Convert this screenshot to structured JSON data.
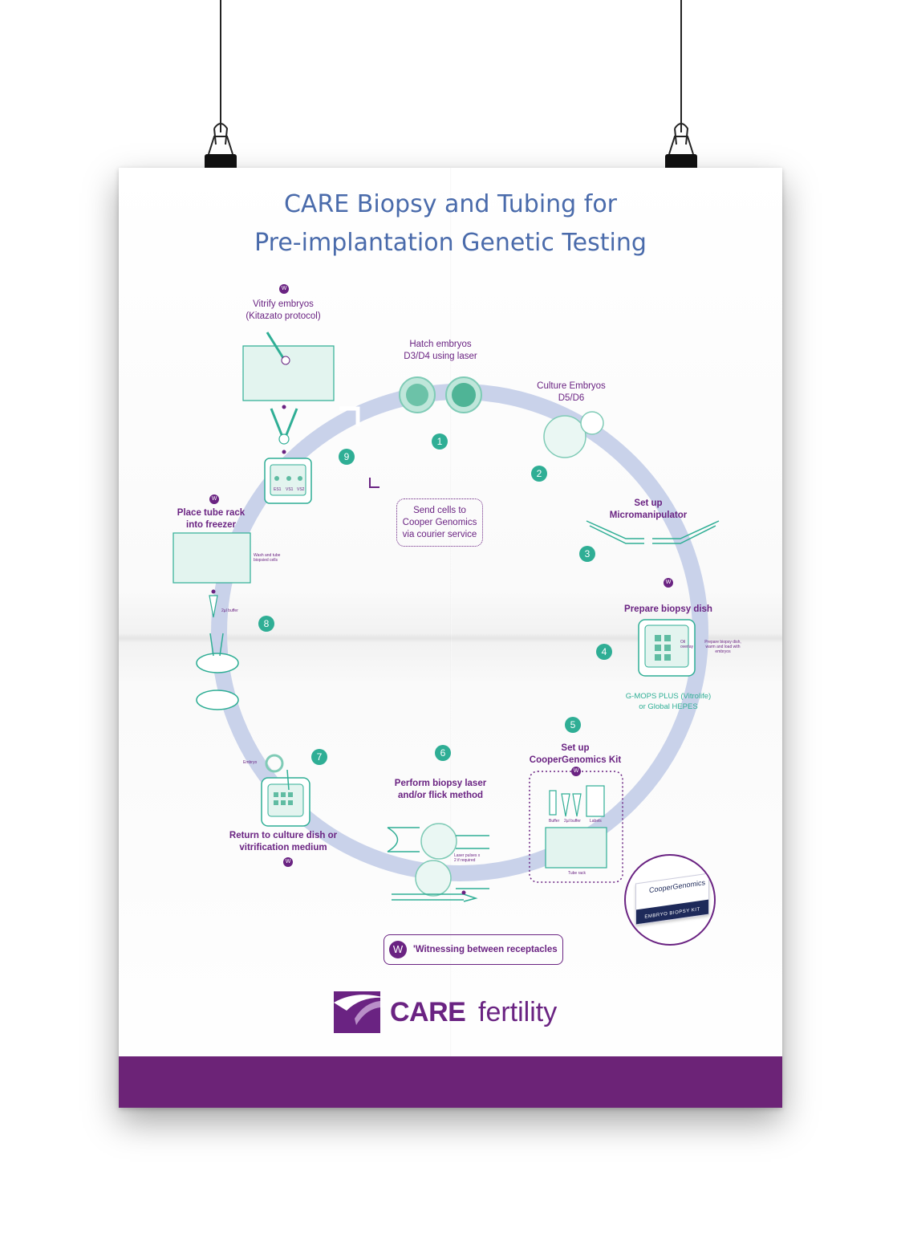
{
  "title": {
    "line1": "CARE Biopsy and Tubing for",
    "line2": "Pre-implantation Genetic Testing"
  },
  "steps": [
    {
      "number": "1",
      "label_lines": [
        "Hatch embryos",
        "D3/D4 using laser"
      ]
    },
    {
      "number": "2",
      "label_lines": [
        "Culture Embryos",
        "D5/D6"
      ]
    },
    {
      "number": "3",
      "label_lines": [
        "Set up",
        "Micromanipulator"
      ]
    },
    {
      "number": "4",
      "label_lines": [
        "Prepare biopsy dish"
      ]
    },
    {
      "number": "5",
      "label_lines": [
        "Set up",
        "CooperGenomics Kit"
      ]
    },
    {
      "number": "6",
      "label_lines": [
        "Perform biopsy laser",
        "and/or flick method"
      ]
    },
    {
      "number": "7",
      "label_lines": [
        "Return to culture dish or",
        "vitrification medium"
      ]
    },
    {
      "number": "8",
      "label_lines": [
        "Place tube rack",
        "into freezer"
      ]
    },
    {
      "number": "9",
      "label_lines": [
        "Vitrify embryos",
        "(Kitazato protocol)"
      ]
    }
  ],
  "send_cells_lines": [
    "Send cells to",
    "Cooper Genomics",
    "via courier service"
  ],
  "media_lines": [
    "G-MOPS PLUS (Vitrolife)",
    "or Global HEPES"
  ],
  "small_labels": {
    "oil_overlay": "Oil overlay",
    "prepare_note": "Prepare biopsy dish, warm and load with embryos",
    "wash_tube": "Wash and tube biopsied cells",
    "buffer_2ul": "2µl buffer",
    "embryo": "Embryo",
    "laser_pulses": "Laser pulses x 2 if required",
    "kit_buffer": "Buffer",
    "kit_2ul": "2µl buffer",
    "kit_labels": "Labels",
    "tube_rack": "Tube rack",
    "es1": "ES1",
    "vs1": "VS1",
    "vs2": "VS2"
  },
  "witness_letter": "W",
  "legend_text": "'Witnessing between receptacles",
  "kit_image": {
    "brand": "CooperGenomics",
    "name": "EMBRYO BIOPSY KIT"
  },
  "logo": {
    "care": "CARE",
    "fertility": "fertility"
  },
  "colors": {
    "title_blue": "#4a6bab",
    "purple": "#6a2382",
    "teal": "#2fae95",
    "ring": "#c9d2ea",
    "footer": "#6c2377"
  }
}
